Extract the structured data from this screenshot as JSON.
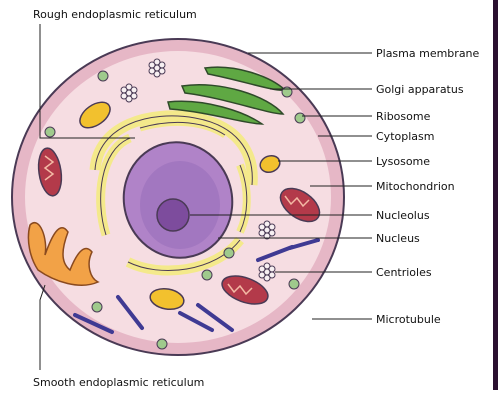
{
  "diagram": {
    "labels": {
      "rough_er": "Rough endoplasmic reticulum",
      "smooth_er": "Smooth endoplasmic reticulum",
      "plasma_membrane": "Plasma membrane",
      "golgi": "Golgi apparatus",
      "ribosome": "Ribosome",
      "cytoplasm": "Cytoplasm",
      "lysosome": "Lysosome",
      "mitochondrion": "Mitochondrion",
      "nucleolus": "Nucleolus",
      "nucleus": "Nucleus",
      "centrioles": "Centrioles",
      "microtubule": "Microtubule"
    },
    "colors": {
      "membrane": "#e6b7c6",
      "cytoplasm": "#f6dde2",
      "nucleus": "#b083c8",
      "nucleolus": "#7d4c9d",
      "er": "#f4e98b",
      "golgi": "#5fa843",
      "lysosome": "#f2c12e",
      "mitochondrion": "#b33a4a",
      "smooth_er": "#f2a247",
      "ribosome": "#9fca8c",
      "microtubule": "#3f3a93",
      "edge": "#2b1030"
    }
  }
}
